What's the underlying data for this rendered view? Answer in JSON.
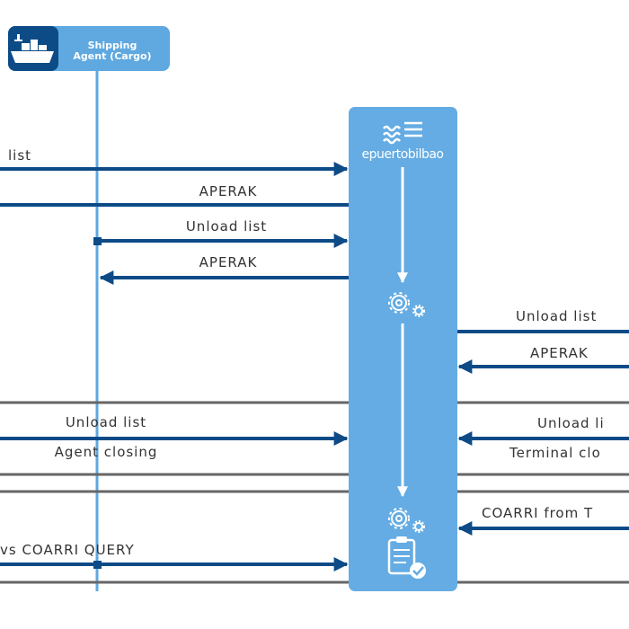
{
  "colors": {
    "arrow": "#0d4b87",
    "lifeline": "#5fa8e0",
    "platform": "#64ace3",
    "separator": "#666666",
    "label": "#333333",
    "agent_box": "#5fa8e0",
    "agent_icon_bg": "#0d4b87"
  },
  "agent": {
    "title_line1": "Shipping",
    "title_line2": "Agent (Cargo)",
    "icon": "cargo-ship-icon"
  },
  "platform": {
    "brand": "epuertobilbao",
    "logo_icon": "waves-icon",
    "process_icon": "gears-icon",
    "checklist_icon": "clipboard-check-icon"
  },
  "messages": {
    "m1": "list",
    "m2": "APERAK",
    "m3": "Unload list",
    "m4": "APERAK",
    "m5": "Unload list",
    "m6": "APERAK",
    "m7": "Unload list",
    "m8": "Agent closing",
    "m9": "Unload li",
    "m10": "Terminal clo",
    "m11": "COARRI from T",
    "m12": "vs COARRI QUERY"
  }
}
